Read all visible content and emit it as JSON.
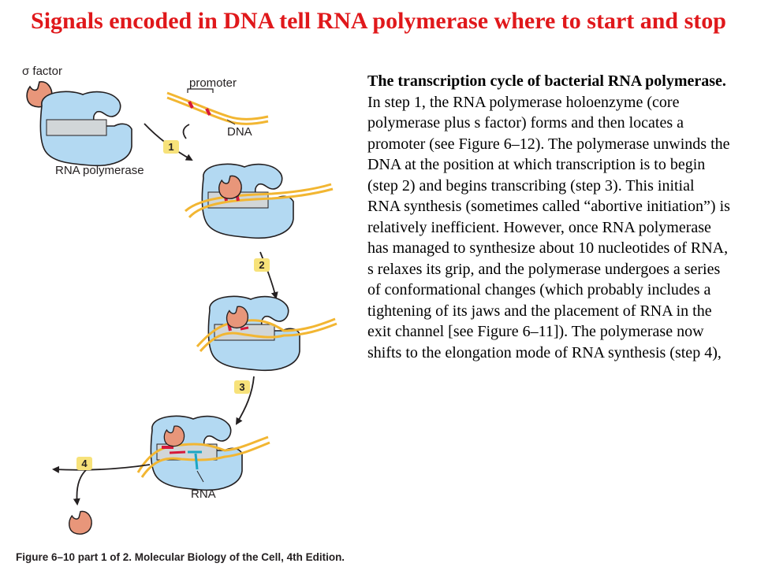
{
  "title": "Signals encoded in DNA tell RNA polymerase where to start and stop",
  "caption": {
    "heading": "The transcription cycle of bacterial RNA polymerase.",
    "body": "In step 1, the RNA polymerase holoenzyme (core polymerase plus s factor) forms and then locates a promoter (see Figure 6–12). The polymerase unwinds the DNA at the position at which transcription is to begin (step 2) and begins transcribing (step 3). This initial RNA synthesis (sometimes called “abortive initiation”) is relatively inefficient. However, once RNA polymerase has managed to synthesize about 10 nucleotides of RNA, s relaxes its grip, and the polymerase undergoes a series of conformational changes (which probably includes a tightening of its jaws and the placement of RNA in the exit channel [see Figure 6–11]). The polymerase now shifts to the elongation mode of RNA synthesis (step 4),"
  },
  "diagram": {
    "labels": {
      "sigma": "σ factor",
      "promoter": "promoter",
      "dna": "DNA",
      "polymerase": "RNA polymerase",
      "rna": "RNA"
    },
    "steps": [
      "1",
      "2",
      "3",
      "4"
    ]
  },
  "figure_credit": "Figure 6–10 part 1 of 2. Molecular Biology of the Cell, 4th Edition.",
  "colors": {
    "title": "#e0181b",
    "polymerase": "#b3d9f2",
    "sigma": "#e8967a",
    "dna": "#f2b632",
    "promoter": "#d6193a",
    "rna": "#1aa6c4",
    "step_badge": "#f7e27a"
  }
}
